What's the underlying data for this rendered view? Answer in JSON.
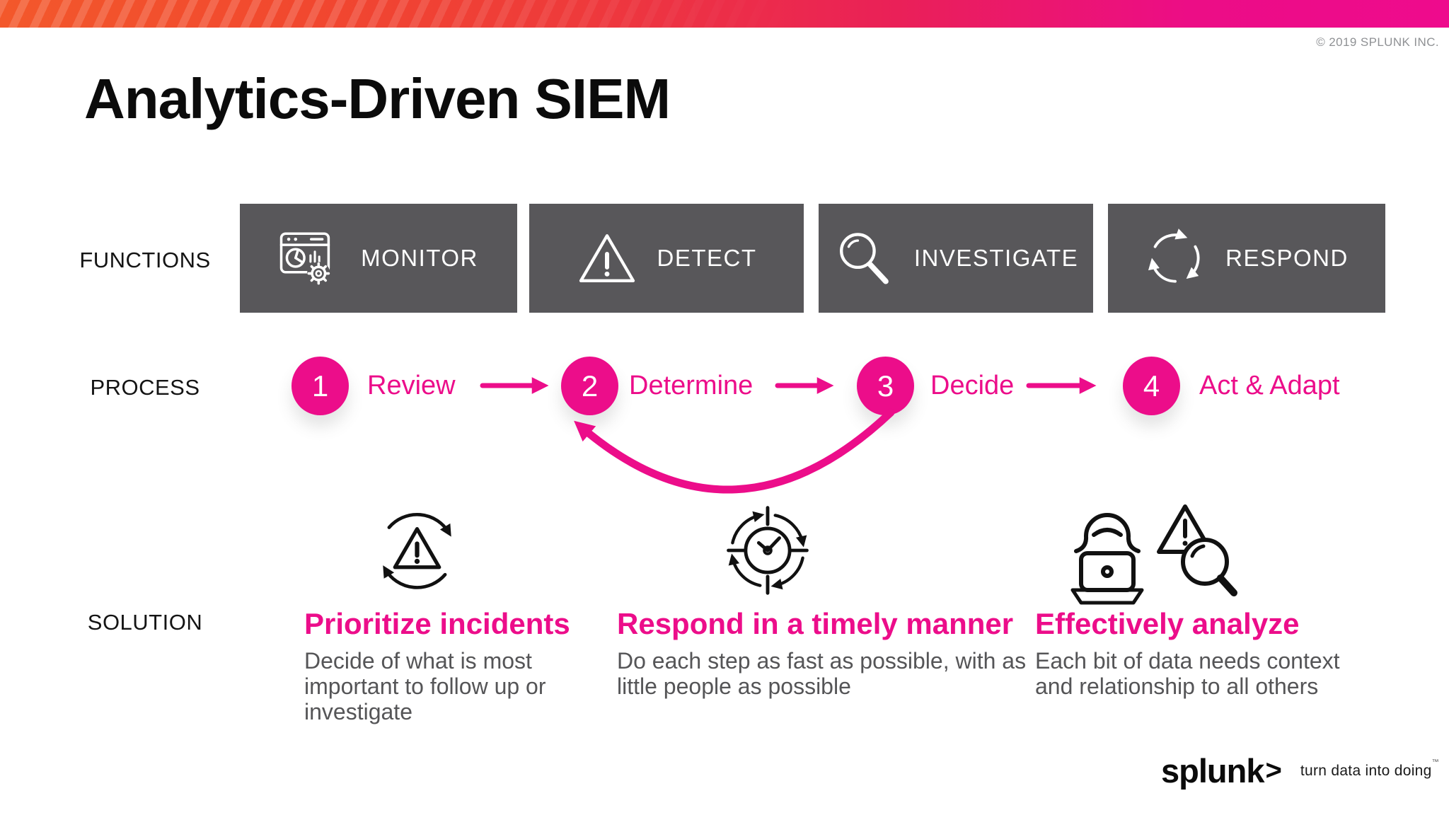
{
  "slide": {
    "copyright": "© 2019 SPLUNK INC.",
    "title": "Analytics-Driven SIEM"
  },
  "functions": {
    "label": "FUNCTIONS",
    "items": [
      {
        "label": "MONITOR",
        "icon": "monitor-window-icon"
      },
      {
        "label": "DETECT",
        "icon": "warning-triangle-icon"
      },
      {
        "label": "INVESTIGATE",
        "icon": "magnifying-glass-icon"
      },
      {
        "label": "RESPOND",
        "icon": "cycle-arrows-icon"
      }
    ]
  },
  "process": {
    "label": "PROCESS",
    "steps": [
      {
        "number": "1",
        "label": "Review"
      },
      {
        "number": "2",
        "label": "Determine"
      },
      {
        "number": "3",
        "label": "Decide"
      },
      {
        "number": "4",
        "label": "Act & Adapt"
      }
    ]
  },
  "solution": {
    "label": "SOLUTION",
    "items": [
      {
        "icon": "alert-cycle-icon",
        "heading": "Prioritize incidents",
        "lines": [
          "Decide of what is most",
          "important to follow up or",
          "investigate"
        ]
      },
      {
        "icon": "timer-cycle-icon",
        "heading": "Respond in a timely manner",
        "lines": [
          "Do each step as fast as possible, with as",
          "little people as possible"
        ]
      },
      {
        "icon": "analyst-alert-magnifier-icon",
        "heading": "Effectively analyze",
        "lines": [
          "Each bit of data needs context",
          "and relationship to all others"
        ]
      }
    ]
  },
  "footer": {
    "logo": "splunk",
    "logo_mark": ">",
    "tagline": "turn data into doing",
    "trademark": "™"
  },
  "colors": {
    "pink": "#EC0D8A",
    "box_gray": "#58575A",
    "bar_left": "#F3582B",
    "bar_right": "#EE0B8D",
    "text_gray": "#555557"
  }
}
